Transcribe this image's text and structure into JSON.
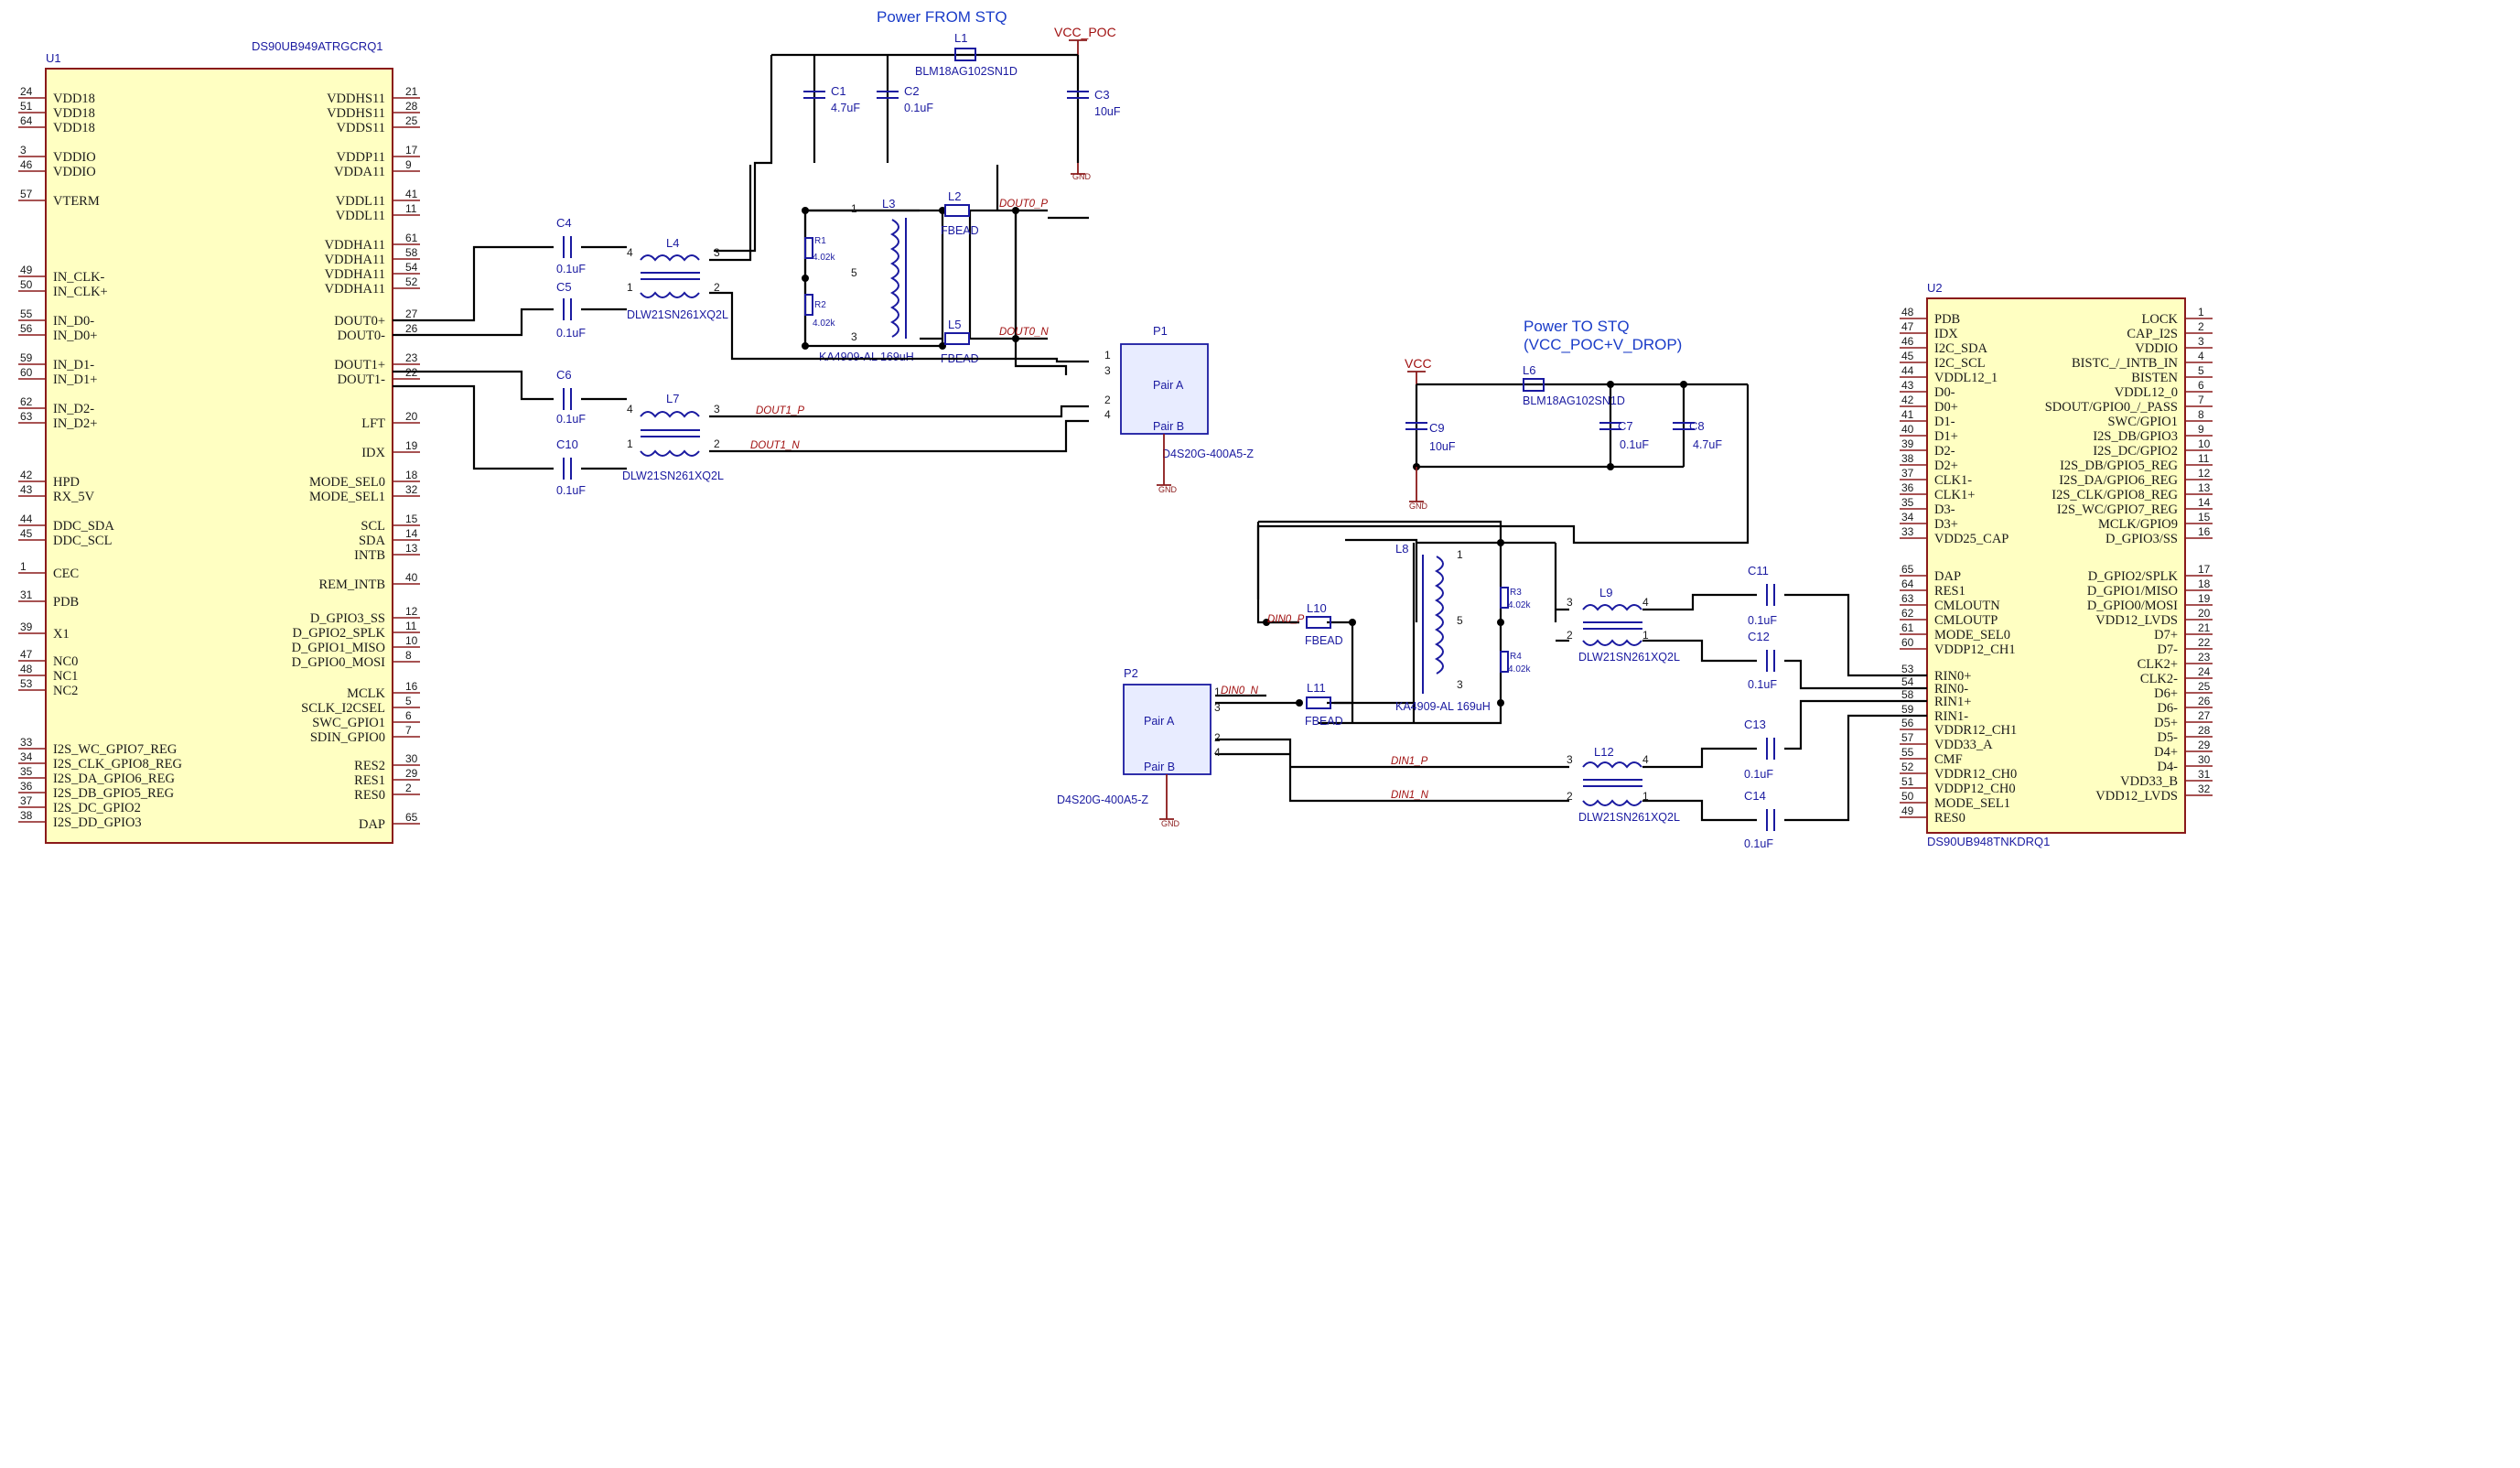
{
  "u1": {
    "ref": "U1",
    "part": "DS90UB949ATRGCRQ1",
    "left_pins": [
      [
        "24",
        "VDD18"
      ],
      [
        "51",
        "VDD18"
      ],
      [
        "64",
        "VDD18"
      ],
      [
        "3",
        "VDDIO"
      ],
      [
        "46",
        "VDDIO"
      ],
      [
        "57",
        "VTERM"
      ],
      [
        "49",
        "IN_CLK-"
      ],
      [
        "50",
        "IN_CLK+"
      ],
      [
        "55",
        "IN_D0-"
      ],
      [
        "56",
        "IN_D0+"
      ],
      [
        "59",
        "IN_D1-"
      ],
      [
        "60",
        "IN_D1+"
      ],
      [
        "62",
        "IN_D2-"
      ],
      [
        "63",
        "IN_D2+"
      ],
      [
        "42",
        "HPD"
      ],
      [
        "43",
        "RX_5V"
      ],
      [
        "44",
        "DDC_SDA"
      ],
      [
        "45",
        "DDC_SCL"
      ],
      [
        "1",
        "CEC"
      ],
      [
        "31",
        "PDB"
      ],
      [
        "39",
        "X1"
      ],
      [
        "47",
        "NC0"
      ],
      [
        "48",
        "NC1"
      ],
      [
        "53",
        "NC2"
      ],
      [
        "33",
        "I2S_WC_GPIO7_REG"
      ],
      [
        "34",
        "I2S_CLK_GPIO8_REG"
      ],
      [
        "35",
        "I2S_DA_GPIO6_REG"
      ],
      [
        "36",
        "I2S_DB_GPIO5_REG"
      ],
      [
        "37",
        "I2S_DC_GPIO2"
      ],
      [
        "38",
        "I2S_DD_GPIO3"
      ]
    ],
    "right_pins": [
      [
        "21",
        "VDDHS11"
      ],
      [
        "28",
        "VDDHS11"
      ],
      [
        "25",
        "VDDS11"
      ],
      [
        "17",
        "VDDP11"
      ],
      [
        "9",
        "VDDA11"
      ],
      [
        "41",
        "VDDL11"
      ],
      [
        "11",
        "VDDL11"
      ],
      [
        "61",
        "VDDHA11"
      ],
      [
        "58",
        "VDDHA11"
      ],
      [
        "54",
        "VDDHA11"
      ],
      [
        "52",
        "VDDHA11"
      ],
      [
        "27",
        "DOUT0+"
      ],
      [
        "26",
        "DOUT0-"
      ],
      [
        "23",
        "DOUT1+"
      ],
      [
        "22",
        "DOUT1-"
      ],
      [
        "20",
        "LFT"
      ],
      [
        "19",
        "IDX"
      ],
      [
        "18",
        "MODE_SEL0"
      ],
      [
        "32",
        "MODE_SEL1"
      ],
      [
        "15",
        "SCL"
      ],
      [
        "14",
        "SDA"
      ],
      [
        "13",
        "INTB"
      ],
      [
        "40",
        "REM_INTB"
      ],
      [
        "12",
        "D_GPIO3_SS"
      ],
      [
        "11",
        "D_GPIO2_SPLK"
      ],
      [
        "10",
        "D_GPIO1_MISO"
      ],
      [
        "8",
        "D_GPIO0_MOSI"
      ],
      [
        "16",
        "MCLK"
      ],
      [
        "5",
        "SCLK_I2CSEL"
      ],
      [
        "6",
        "SWC_GPIO1"
      ],
      [
        "7",
        "SDIN_GPIO0"
      ],
      [
        "30",
        "RES2"
      ],
      [
        "29",
        "RES1"
      ],
      [
        "2",
        "RES0"
      ],
      [
        "65",
        "DAP"
      ]
    ]
  },
  "u2": {
    "ref": "U2",
    "part": "DS90UB948TNKDRQ1",
    "left_pins": [
      [
        "48",
        "PDB"
      ],
      [
        "47",
        "IDX"
      ],
      [
        "46",
        "I2C_SDA"
      ],
      [
        "45",
        "I2C_SCL"
      ],
      [
        "44",
        "VDDL12_1"
      ],
      [
        "43",
        "D0-"
      ],
      [
        "42",
        "D0+"
      ],
      [
        "41",
        "D1-"
      ],
      [
        "40",
        "D1+"
      ],
      [
        "39",
        "D2-"
      ],
      [
        "38",
        "D2+"
      ],
      [
        "37",
        "CLK1-"
      ],
      [
        "36",
        "CLK1+"
      ],
      [
        "35",
        "D3-"
      ],
      [
        "34",
        "D3+"
      ],
      [
        "33",
        "VDD25_CAP"
      ],
      [
        "65",
        "DAP"
      ],
      [
        "64",
        "RES1"
      ],
      [
        "63",
        "CMLOUTN"
      ],
      [
        "62",
        "CMLOUTP"
      ],
      [
        "61",
        "MODE_SEL0"
      ],
      [
        "60",
        "VDDP12_CH1"
      ],
      [
        "53",
        "RIN0+"
      ],
      [
        "54",
        "RIN0-"
      ],
      [
        "58",
        "RIN1+"
      ],
      [
        "59",
        "RIN1-"
      ],
      [
        "56",
        "VDDR12_CH1"
      ],
      [
        "57",
        "VDD33_A"
      ],
      [
        "55",
        "CMF"
      ],
      [
        "52",
        "VDDR12_CH0"
      ],
      [
        "51",
        "VDDP12_CH0"
      ],
      [
        "50",
        "MODE_SEL1"
      ],
      [
        "49",
        "RES0"
      ]
    ],
    "right_pins": [
      [
        "1",
        "LOCK"
      ],
      [
        "2",
        "CAP_I2S"
      ],
      [
        "3",
        "VDDIO"
      ],
      [
        "4",
        "BISTC_/_INTB_IN"
      ],
      [
        "5",
        "BISTEN"
      ],
      [
        "6",
        "VDDL12_0"
      ],
      [
        "7",
        "SDOUT/GPIO0_/_PASS"
      ],
      [
        "8",
        "SWC/GPIO1"
      ],
      [
        "9",
        "I2S_DB/GPIO3"
      ],
      [
        "10",
        "I2S_DC/GPIO2"
      ],
      [
        "11",
        "I2S_DB/GPIO5_REG"
      ],
      [
        "12",
        "I2S_DA/GPIO6_REG"
      ],
      [
        "13",
        "I2S_CLK/GPIO8_REG"
      ],
      [
        "14",
        "I2S_WC/GPIO7_REG"
      ],
      [
        "15",
        "MCLK/GPIO9"
      ],
      [
        "16",
        "D_GPIO3/SS"
      ],
      [
        "17",
        "D_GPIO2/SPLK"
      ],
      [
        "18",
        "D_GPIO1/MISO"
      ],
      [
        "19",
        "D_GPIO0/MOSI"
      ],
      [
        "20",
        "VDD12_LVDS"
      ],
      [
        "21",
        "D7+"
      ],
      [
        "22",
        "D7-"
      ],
      [
        "23",
        "CLK2+"
      ],
      [
        "24",
        "CLK2-"
      ],
      [
        "25",
        "D6+"
      ],
      [
        "26",
        "D6-"
      ],
      [
        "27",
        "D5+"
      ],
      [
        "28",
        "D5-"
      ],
      [
        "29",
        "D4+"
      ],
      [
        "30",
        "D4-"
      ],
      [
        "31",
        "VDD33_B"
      ],
      [
        "32",
        "VDD12_LVDS"
      ]
    ]
  },
  "titles": {
    "power_from": "Power FROM STQ",
    "power_to_1": "Power TO STQ",
    "power_to_2": "(VCC_POC+V_DROP)"
  },
  "power": {
    "vcc_poc": "VCC_POC",
    "vcc": "VCC",
    "gnd": "GND"
  },
  "nets": {
    "dout0_p": "DOUT0_P",
    "dout0_n": "DOUT0_N",
    "dout1_p": "DOUT1_P",
    "dout1_n": "DOUT1_N",
    "din0_p": "DIN0_P",
    "din0_n": "DIN0_N",
    "din1_p": "DIN1_P",
    "din1_n": "DIN1_N"
  },
  "parts": {
    "L1": {
      "ref": "L1",
      "value": "BLM18AG102SN1D"
    },
    "C1": {
      "ref": "C1",
      "value": "4.7uF"
    },
    "C2": {
      "ref": "C2",
      "value": "0.1uF"
    },
    "C3": {
      "ref": "C3",
      "value": "10uF"
    },
    "L2": {
      "ref": "L2",
      "value": "FBEAD"
    },
    "L5": {
      "ref": "L5",
      "value": "FBEAD"
    },
    "L3": {
      "ref": "L3",
      "value": "KA4909-AL 169uH"
    },
    "R1": {
      "ref": "R1",
      "value": "4.02k"
    },
    "R2": {
      "ref": "R2",
      "value": "4.02k"
    },
    "C4": {
      "ref": "C4",
      "value": "0.1uF"
    },
    "C5": {
      "ref": "C5",
      "value": "0.1uF"
    },
    "C6": {
      "ref": "C6",
      "value": "0.1uF"
    },
    "C10": {
      "ref": "C10",
      "value": "0.1uF"
    },
    "L4": {
      "ref": "L4",
      "value": "DLW21SN261XQ2L"
    },
    "L7": {
      "ref": "L7",
      "value": "DLW21SN261XQ2L"
    },
    "P1": {
      "ref": "P1",
      "value": "D4S20G-400A5-Z",
      "pair_a": "Pair A",
      "pair_b": "Pair B"
    },
    "C9": {
      "ref": "C9",
      "value": "10uF"
    },
    "L6": {
      "ref": "L6",
      "value": "BLM18AG102SN1D"
    },
    "C7": {
      "ref": "C7",
      "value": "0.1uF"
    },
    "C8": {
      "ref": "C8",
      "value": "4.7uF"
    },
    "L8": {
      "ref": "L8",
      "value": "KA4909-AL 169uH"
    },
    "R3": {
      "ref": "R3",
      "value": "4.02k"
    },
    "R4": {
      "ref": "R4",
      "value": "4.02k"
    },
    "L9": {
      "ref": "L9",
      "value": "DLW21SN261XQ2L"
    },
    "L12": {
      "ref": "L12",
      "value": "DLW21SN261XQ2L"
    },
    "L10": {
      "ref": "L10",
      "value": "FBEAD"
    },
    "L11": {
      "ref": "L11",
      "value": "FBEAD"
    },
    "C11": {
      "ref": "C11",
      "value": "0.1uF"
    },
    "C12": {
      "ref": "C12",
      "value": "0.1uF"
    },
    "C13": {
      "ref": "C13",
      "value": "0.1uF"
    },
    "C14": {
      "ref": "C14",
      "value": "0.1uF"
    },
    "P2": {
      "ref": "P2",
      "value": "D4S20G-400A5-Z",
      "pair_a": "Pair A",
      "pair_b": "Pair B"
    }
  },
  "pin_numbers": [
    "1",
    "2",
    "3",
    "4",
    "5"
  ]
}
